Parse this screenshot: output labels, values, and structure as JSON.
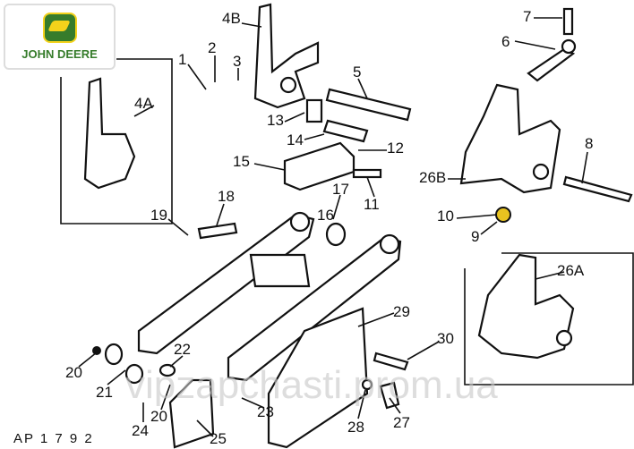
{
  "logo": {
    "brand": "JOHN DEERE"
  },
  "drawing_code": "AP 1 7 9 2",
  "watermark": "vipzapchasti.prom.ua",
  "callouts": {
    "c7": "7",
    "c6": "6",
    "c1": "1",
    "c2": "2",
    "c3": "3",
    "c4b": "4B",
    "c4a": "4A",
    "c5": "5",
    "c13": "13",
    "c14": "14",
    "c12": "12",
    "c15": "15",
    "c8": "8",
    "c26b": "26B",
    "c11": "11",
    "c17": "17",
    "c18": "18",
    "c16": "16",
    "c19": "19",
    "c10": "10",
    "c9": "9",
    "c26a": "26A",
    "c29": "29",
    "c30": "30",
    "c22": "22",
    "c20a": "20",
    "c21": "21",
    "c20b": "20",
    "c24": "24",
    "c25": "25",
    "c23": "23",
    "c28": "28",
    "c27": "27"
  }
}
